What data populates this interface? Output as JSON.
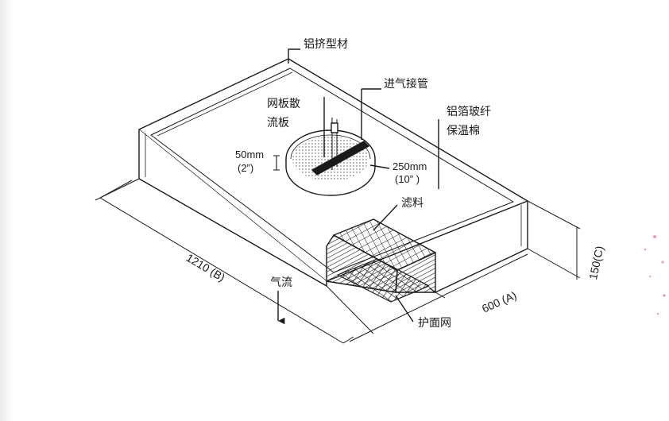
{
  "labels": {
    "aluminum_profile": "铝挤型材",
    "mesh_diffuser": "网板散\n流板",
    "inlet_pipe": "进气接管",
    "foil_insulation": "铝箔玻纤\n保温棉",
    "filter_media": "滤料",
    "protective_mesh": "护面网",
    "airflow": "气流"
  },
  "dimensions": {
    "collar_height_mm": "50mm",
    "collar_height_in": "(2”)",
    "collar_diameter_mm": "250mm",
    "collar_diameter_in": "(10” )",
    "length_b": "1210 (B)",
    "width_a": "600 (A)",
    "height_c": "150(C)"
  },
  "colors": {
    "line": "#1a1a1a",
    "scan_edge": "#e9e9e9",
    "pink_mark": "#e6a0b0"
  }
}
